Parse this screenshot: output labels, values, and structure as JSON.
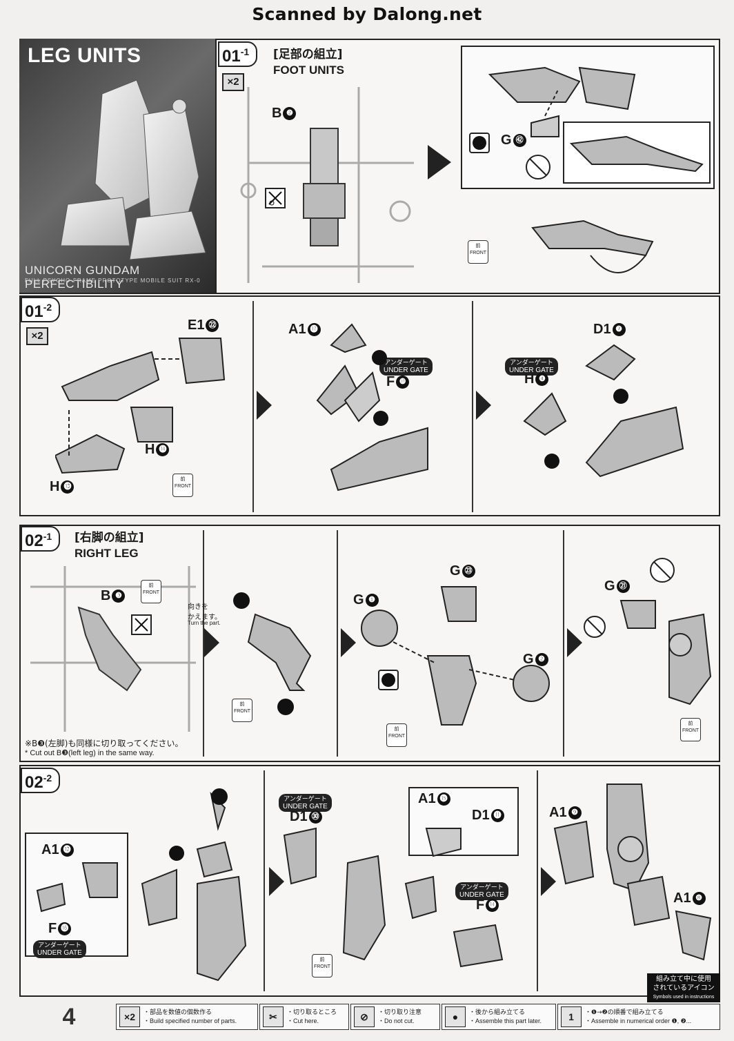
{
  "watermark": "Scanned by Dalong.net",
  "hero": {
    "title": "LEG UNITS",
    "subtitle": "UNICORN GUNDAM PERFECTIBILITY",
    "subtitle2": "FULL PSYCHO-FRAME PROTOTYPE MOBILE SUIT RX-0"
  },
  "step_01_1": {
    "number": "01",
    "sub": "-1",
    "jp_title": "[足部の組立]",
    "en_title": "FOOT UNITS",
    "quantity": "×2",
    "labels": {
      "b2": "B",
      "b2_n": "❷",
      "g52": "G",
      "g52_n": "㊷"
    }
  },
  "step_01_2": {
    "number": "01",
    "sub": "-2",
    "quantity": "×2",
    "labels": {
      "e1_22": "E1",
      "e1_22_n": "㉒",
      "h14": "H",
      "h14_n": "⓮",
      "h13": "H",
      "h13_n": "⓭",
      "a1_17": "A1",
      "a1_17_n": "⓱",
      "f10": "F",
      "f10_n": "❿",
      "d1_7": "D1",
      "d1_7_n": "❼",
      "h4": "H",
      "h4_n": "❹"
    },
    "under_gate_jp": "アンダーゲート",
    "under_gate_en": "UNDER GATE"
  },
  "step_02_1": {
    "number": "02",
    "sub": "-1",
    "jp_title": "[右脚の組立]",
    "en_title": "RIGHT LEG",
    "turn_jp": "向きを\nかえます。",
    "turn_en": "Turn the part.",
    "note_jp": "※B❸(左脚)も同様に切り取ってください。",
    "note_en": "* Cut out B❸(left leg) in the same way.",
    "labels": {
      "b3": "B",
      "b3_n": "❸",
      "g1": "G",
      "g1_n": "❶",
      "g23": "G",
      "g23_n": "㉓",
      "g2": "G",
      "g2_n": "❷",
      "g21": "G",
      "g21_n": "㉑"
    }
  },
  "step_02_2": {
    "number": "02",
    "sub": "-2",
    "labels": {
      "a1_12": "A1",
      "a1_12_n": "⓬",
      "f16": "F",
      "f16_n": "⓰",
      "d1_30": "D1",
      "d1_30_n": "㉚",
      "a1_15": "A1",
      "a1_15_n": "⓯",
      "d1_11": "D1",
      "d1_11_n": "⓫",
      "f14": "F",
      "f14_n": "⓮",
      "a1_9": "A1",
      "a1_9_n": "❾",
      "a1_8": "A1",
      "a1_8_n": "❽"
    },
    "under_gate_jp": "アンダーゲート",
    "under_gate_en": "UNDER GATE"
  },
  "front_jp": "前",
  "front_en": "FRONT",
  "footer": {
    "page": "4",
    "legend_title_jp": "組み立て中に使用\nされているアイコン",
    "legend_title_en": "Symbols used in instructions",
    "items": [
      {
        "sym": "×2",
        "jp": "・部品を数値の個数作る",
        "en": "・Build specified number of parts."
      },
      {
        "sym": "✂",
        "jp": "・切り取るところ",
        "en": "・Cut here."
      },
      {
        "sym": "⊘",
        "jp": "・切り取り注意",
        "en": "・Do not cut."
      },
      {
        "sym": "●",
        "jp": "・後から組み立てる",
        "en": "・Assemble this part later."
      },
      {
        "sym": "1",
        "jp": "・❶→❷の順番で組み立てる",
        "en": "・Assemble in numerical order ❶, ❷..."
      }
    ]
  }
}
